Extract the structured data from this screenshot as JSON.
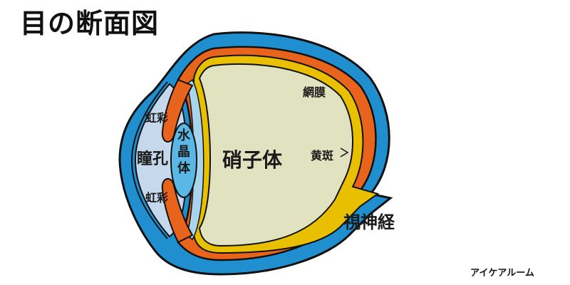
{
  "title": "目の断面図",
  "labels": {
    "iris_top": "虹彩",
    "iris_bottom": "虹彩",
    "pupil": "瞳孔",
    "lens": [
      "水",
      "晶",
      "体"
    ],
    "vitreous": "硝子体",
    "retina": "網膜",
    "macula": "黄斑",
    "optic_nerve": "視神経"
  },
  "credit": "アイケアルーム",
  "colors": {
    "sclera_blue": "#1f8fcf",
    "choroid_orange": "#e8641c",
    "retina_yellow": "#e8c000",
    "vitreous_fill": "#e0e2c0",
    "anterior_chamber": "#c6d9ec",
    "lens_blue": "#5ab8e6",
    "outline": "#111111"
  }
}
